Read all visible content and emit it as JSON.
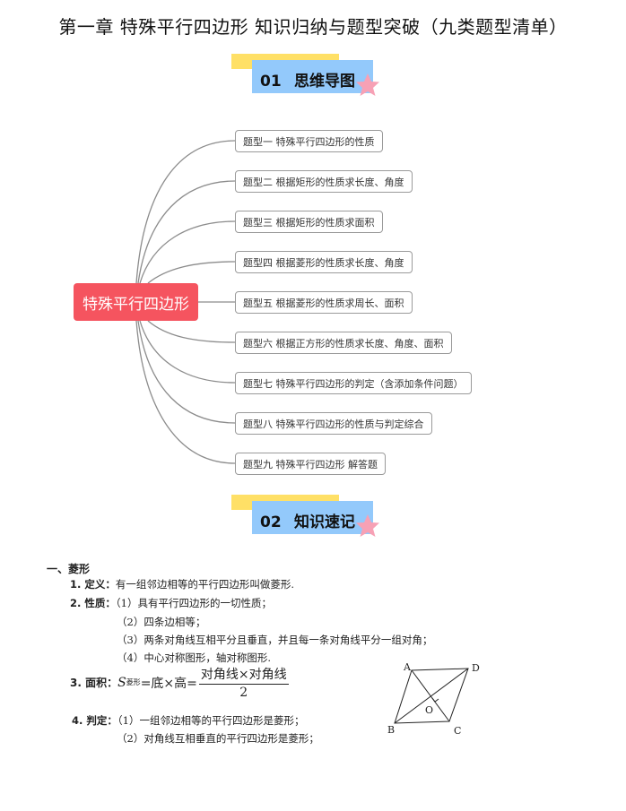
{
  "page": {
    "title": "第一章  特殊平行四边形  知识归纳与题型突破（九类题型清单）"
  },
  "banners": [
    {
      "number": "01",
      "label": "思维导图"
    },
    {
      "number": "02",
      "label": "知识速记"
    }
  ],
  "colors": {
    "root_node": "#f5545f",
    "banner_yellow": "#ffe066",
    "banner_blue": "#93c9fb",
    "star_pink": "#f7a1b5",
    "connector": "#8c8c8c"
  },
  "mindmap": {
    "root": "特殊平行四边形",
    "nodes": [
      "题型一 特殊平行四边形的性质",
      "题型二 根据矩形的性质求长度、角度",
      "题型三 根据矩形的性质求面积",
      "题型四  根据菱形的性质求长度、角度",
      "题型五 根据菱形的性质求周长、面积",
      "题型六  根据正方形的性质求长度、角度、面积",
      "题型七 特殊平行四边形的判定（含添加条件问题）",
      "题型八 特殊平行四边形的性质与判定综合",
      "题型九 特殊平行四边形 解答题"
    ]
  },
  "notes": {
    "heading": "一、菱形",
    "definition": {
      "label": "1. 定义：",
      "text": "有一组邻边相等的平行四边形叫做菱形."
    },
    "properties": {
      "label": "2. 性质：",
      "items": [
        "（1）具有平行四边形的一切性质；",
        "（2）四条边相等；",
        "（3）两条对角线互相平分且垂直，并且每一条对角线平分一组对角；",
        "（4）中心对称图形，轴对称图形."
      ]
    },
    "area": {
      "label": "3. 面积：",
      "s": "S",
      "sub": "菱形",
      "middle": "=底×高=",
      "numerator": "对角线×对角线",
      "denominator": "2"
    },
    "criteria": {
      "label": "4. 判定：",
      "items": [
        "（1）一组邻边相等的平行四边形是菱形；",
        "（2）对角线互相垂直的平行四边形是菱形；"
      ]
    },
    "figure": {
      "A": "A",
      "B": "B",
      "C": "C",
      "D": "D",
      "O": "O"
    }
  }
}
